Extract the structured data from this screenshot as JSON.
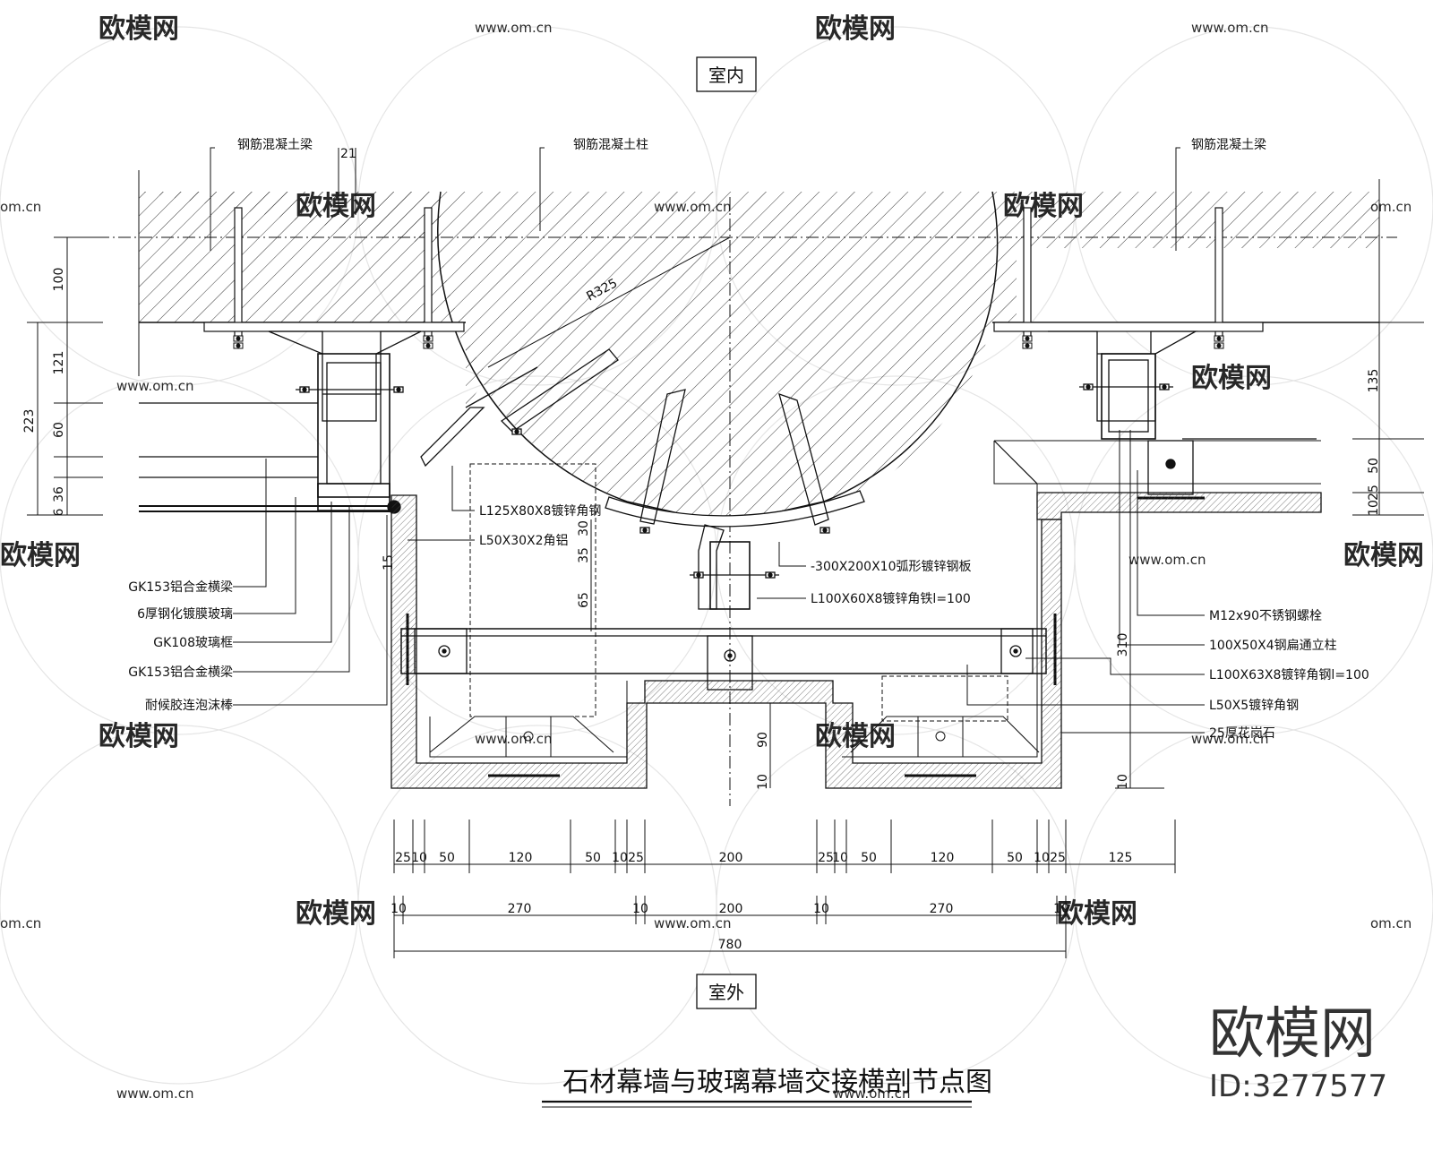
{
  "drawing": {
    "title": "石材幕墙与玻璃幕墙交接横剖节点图",
    "indoor_label": "室内",
    "outdoor_label": "室外",
    "watermark": {
      "brand": "欧模网",
      "url": "www.om.cn",
      "short_url": "om.cn",
      "id": "ID:3277577"
    }
  },
  "annotations": {
    "top": [
      "钢筋混凝土梁",
      "钢筋混凝土柱",
      "钢筋混凝土梁"
    ],
    "left": [
      "GK153铝合金横梁",
      "6厚钢化镀膜玻璃",
      "GK108玻璃框",
      "GK153铝合金横梁",
      "耐候胶连泡沫棒"
    ],
    "middle": [
      "L125X80X8镀锌角钢",
      "L50X30X2角铝",
      "-300X200X10弧形镀锌钢板",
      "L100X60X8镀锌角铁l=100"
    ],
    "right": [
      "M12x90不锈钢螺栓",
      "100X50X4钢扁通立柱",
      "L100X63X8镀锌角钢l=100",
      "L50X5镀锌角钢",
      "25厚花岗石"
    ],
    "radius": "R325"
  },
  "dimensions": {
    "top_small": "21",
    "left_vertical": [
      "100",
      "121",
      "60",
      "36",
      "6",
      "223"
    ],
    "right_vertical": [
      "135",
      "50",
      "25",
      "10",
      "310",
      "10"
    ],
    "center_vertical": [
      "30",
      "35",
      "65",
      "90",
      "10"
    ],
    "side_small": "15",
    "bottom_row1": [
      "25",
      "10",
      "50",
      "120",
      "50",
      "10",
      "25",
      "200",
      "25",
      "10",
      "50",
      "120",
      "50",
      "10",
      "25",
      "125"
    ],
    "bottom_row2": [
      "10",
      "270",
      "10",
      "200",
      "10",
      "270",
      "10"
    ],
    "bottom_total": "780"
  }
}
